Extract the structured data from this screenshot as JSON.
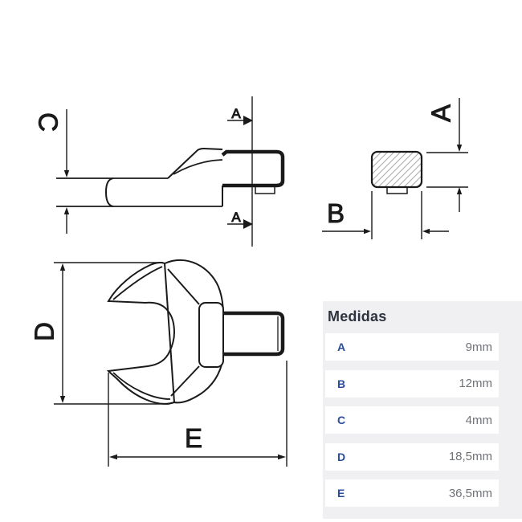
{
  "drawing": {
    "side_view": {
      "thickness_label": "C",
      "section_arrow_top": "A",
      "section_arrow_bottom": "A"
    },
    "section_view": {
      "height_label": "A",
      "width_label": "B"
    },
    "front_view": {
      "height_label": "D",
      "length_label": "E"
    }
  },
  "table": {
    "title": "Medidas",
    "rows": [
      {
        "letter": "A",
        "value": "9mm"
      },
      {
        "letter": "B",
        "value": "12mm"
      },
      {
        "letter": "C",
        "value": "4mm"
      },
      {
        "letter": "D",
        "value": "18,5mm"
      },
      {
        "letter": "E",
        "value": "36,5mm"
      }
    ]
  },
  "colors": {
    "line": "#1a1a1a",
    "hatch": "#b5b5b5",
    "panel_bg": "#f0f0f2",
    "card_bg": "#ffffff",
    "title": "#2f3340",
    "letter_blue": "#2b4c9b",
    "value_gray": "#6f7277"
  }
}
